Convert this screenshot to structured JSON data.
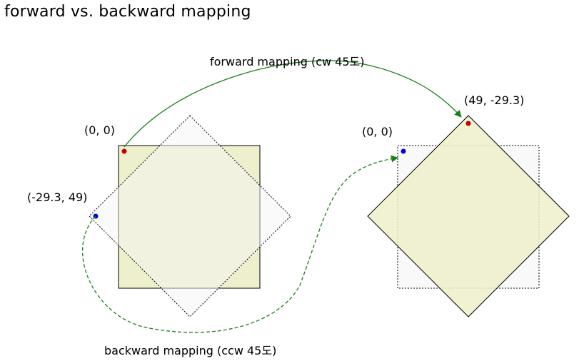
{
  "title": "forward vs. backward mapping",
  "labels": {
    "forward": "forward mapping (cw 45도)",
    "backward": "backward mapping (ccw 45도)",
    "left_origin": "(0, 0)",
    "left_rotated": "(-29.3, 49)",
    "right_origin": "(0, 0)",
    "right_rotated": "(49, -29.3)"
  },
  "colors": {
    "square_fill": "#eeefcc",
    "rotated_fill": "#f5f5f5",
    "red_dot": "#c00000",
    "blue_dot": "#0000dd",
    "arrow_green": "#1a7f1a"
  }
}
